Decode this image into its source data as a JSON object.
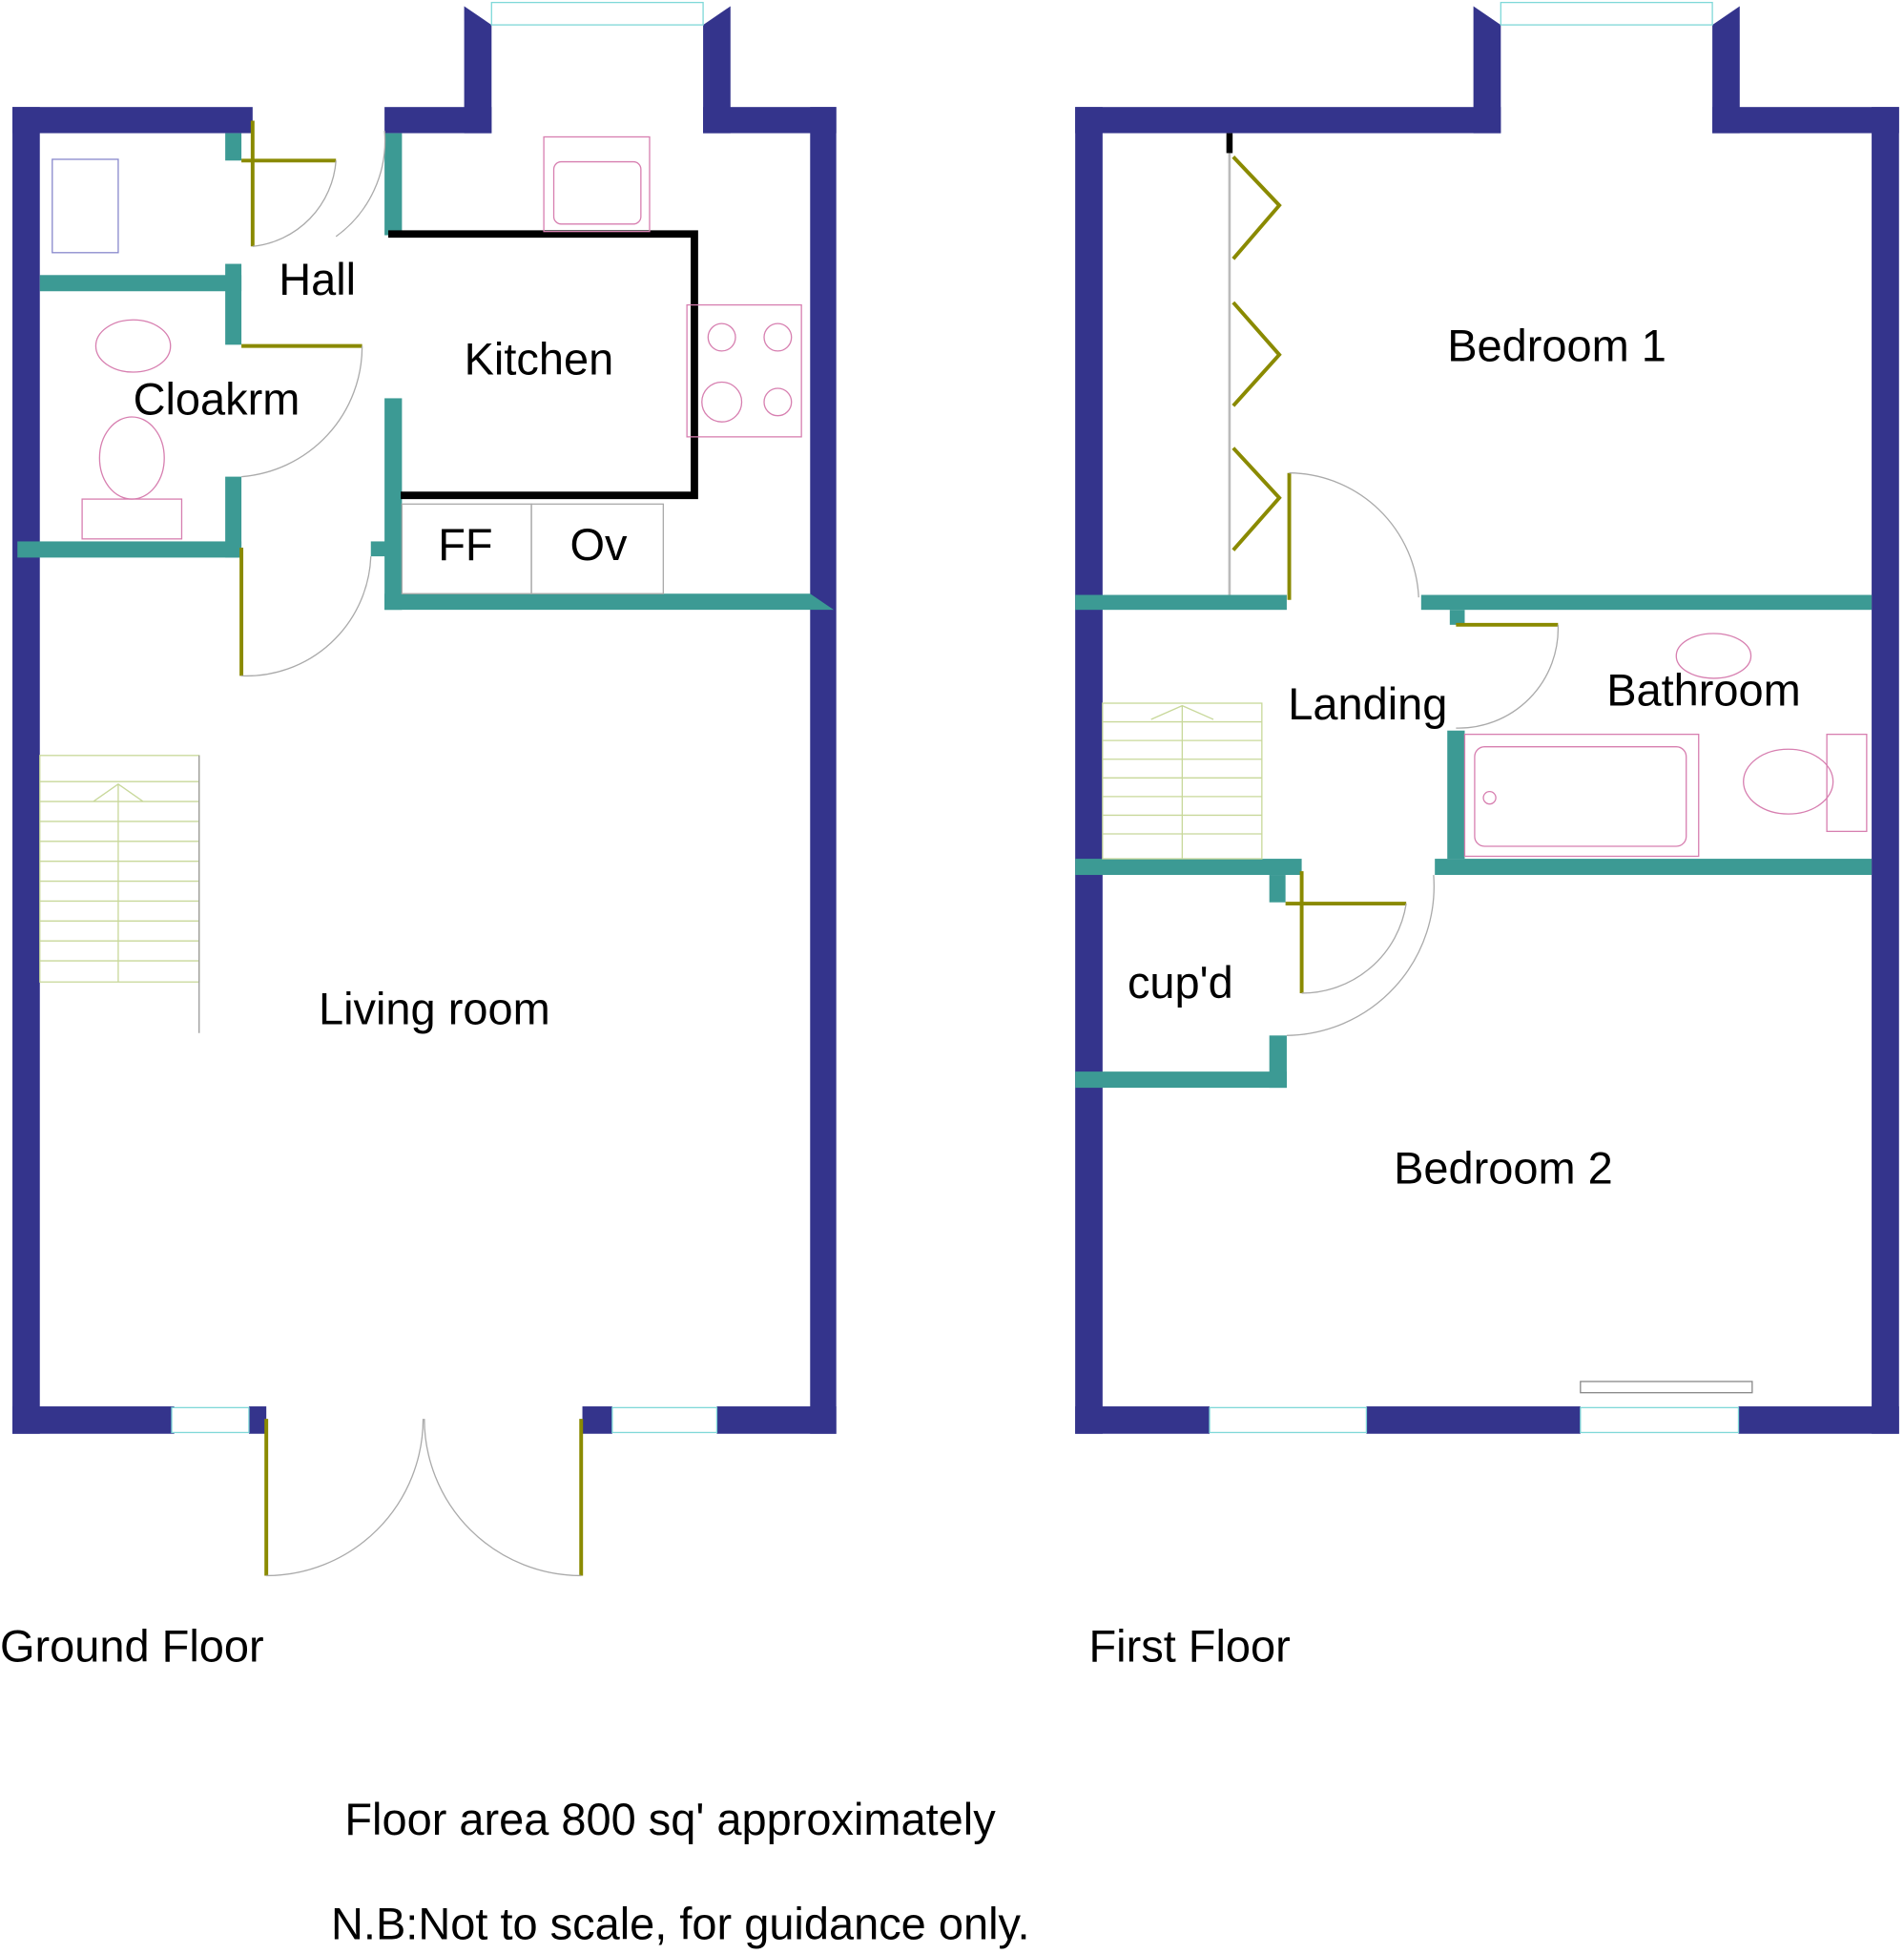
{
  "rooms": {
    "ground": {
      "hall": "Hall",
      "kitchen": "Kitchen",
      "cloakroom": "Cloakrm",
      "fridge_freezer": "FF",
      "oven": "Ov",
      "living_room": "Living room"
    },
    "first": {
      "bedroom1": "Bedroom 1",
      "landing": "Landing",
      "bathroom": "Bathroom",
      "cupboard": "cup'd",
      "bedroom2": "Bedroom 2"
    }
  },
  "titles": {
    "ground_floor": "Ground Floor",
    "first_floor": "First Floor"
  },
  "notes": {
    "floor_area": "Floor area 800 sq' approximately",
    "disclaimer": "N.B:Not to scale, for guidance only."
  },
  "colors": {
    "external_wall": "#34348c",
    "internal_wall": "#3c9a94",
    "door": "#8a8a00"
  }
}
